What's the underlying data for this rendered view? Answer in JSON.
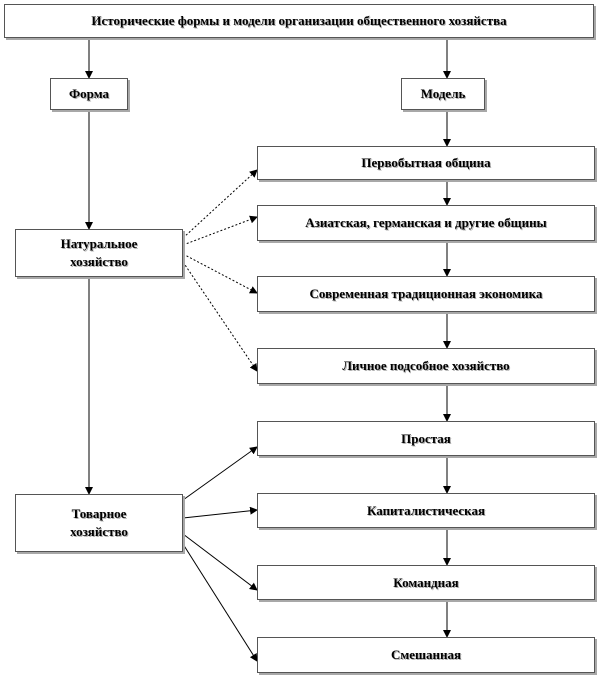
{
  "title": "Исторические формы и модели организации общественного хозяйства",
  "headers": {
    "forma": "Форма",
    "model": "Модель"
  },
  "forms": {
    "natural": "Натуральное хозяйство",
    "commodity": "Товарное хозяйство"
  },
  "models": {
    "natural": [
      "Первобытная община",
      "Азиатская, германская и другие общины",
      "Современная традиционная экономика",
      "Личное подсобное хозяйство"
    ],
    "commodity": [
      "Простая",
      "Капиталистическая",
      "Командная",
      "Смешанная"
    ]
  },
  "colors": {
    "line": "#000000",
    "border": "#555555",
    "shadow": "#a8a8a8"
  }
}
